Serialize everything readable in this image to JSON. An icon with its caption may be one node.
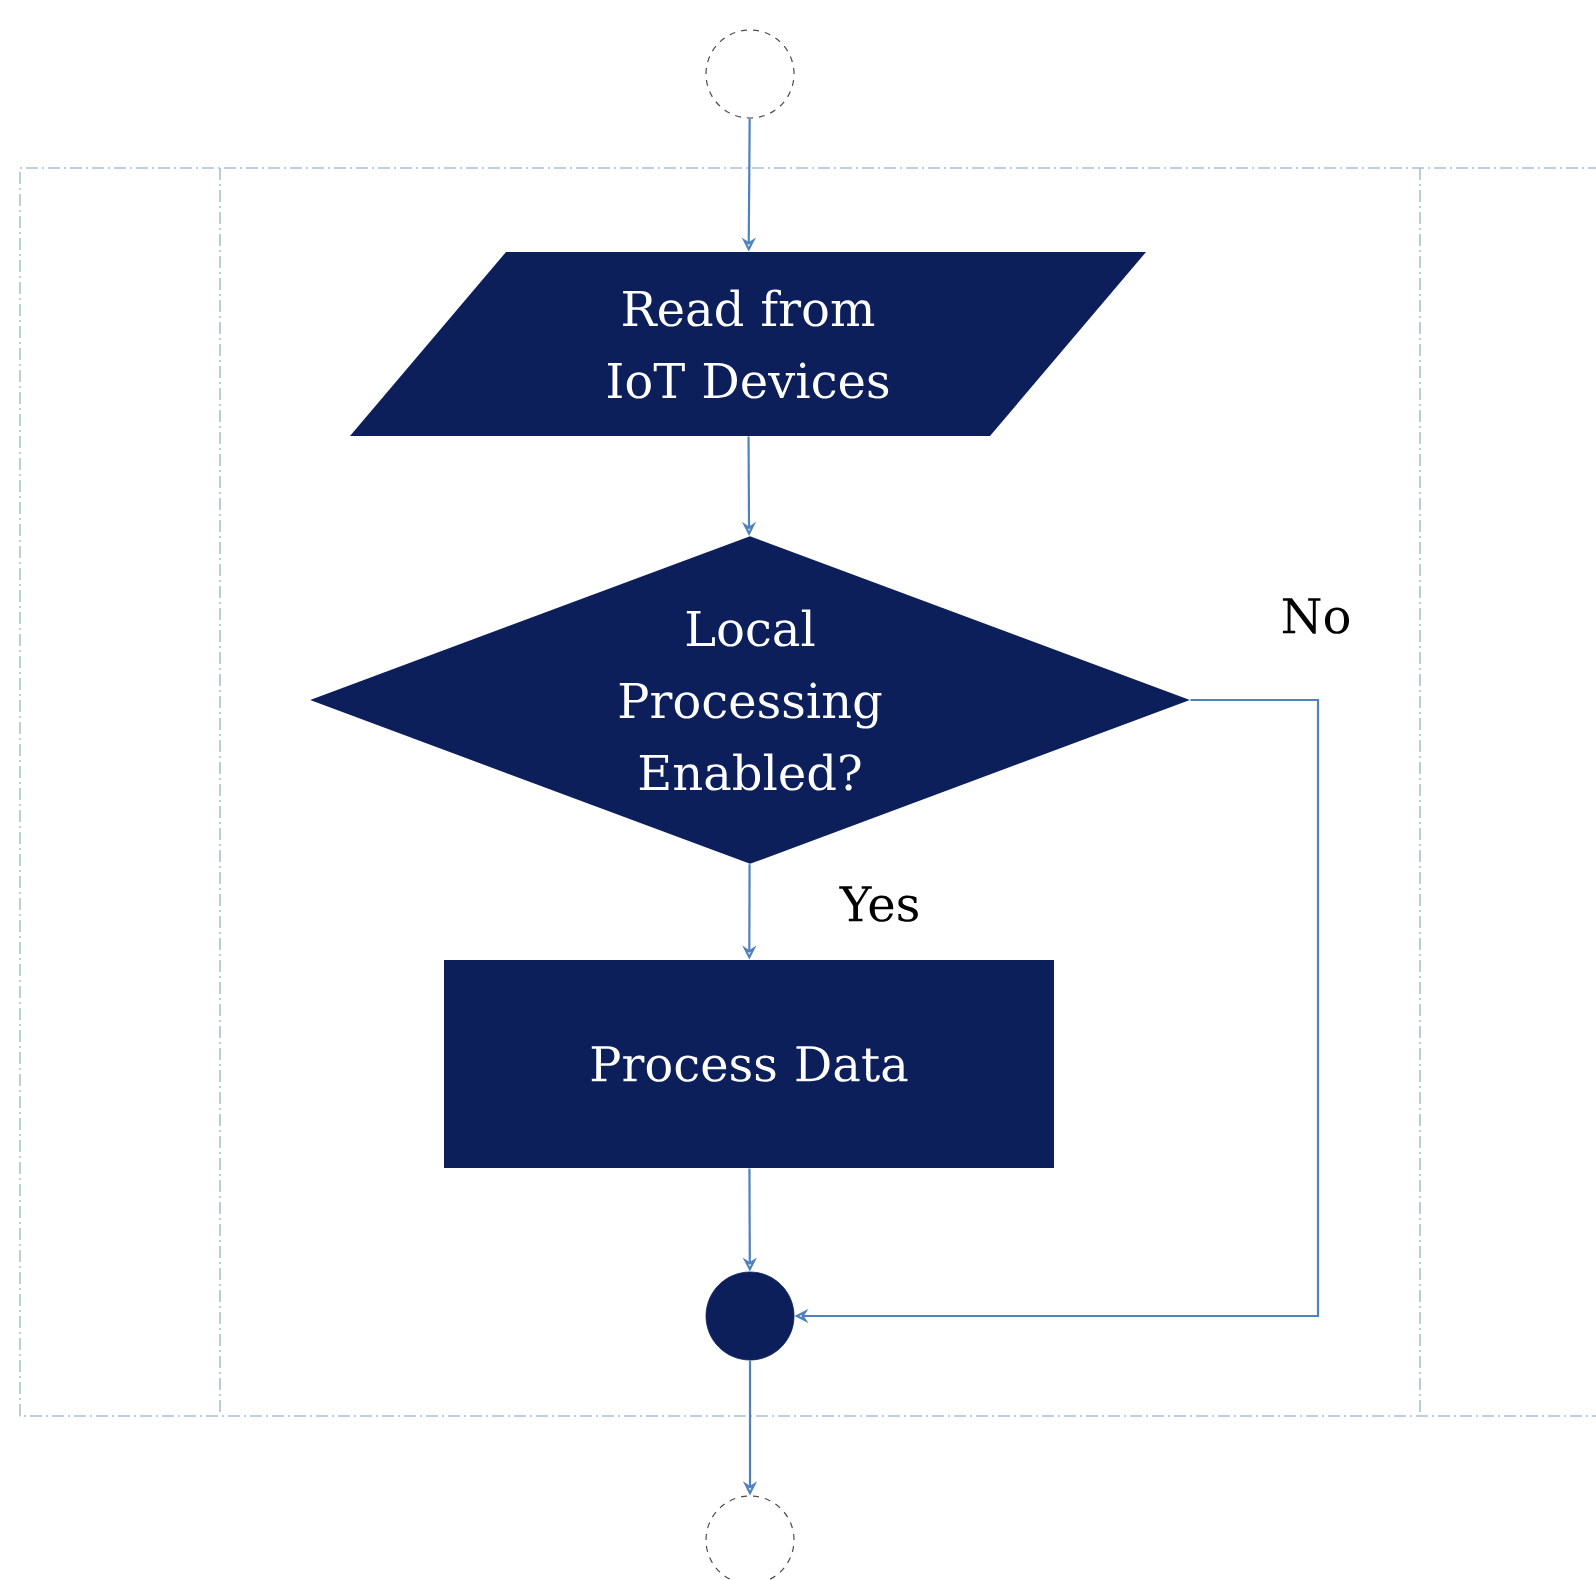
{
  "diagram": {
    "nodes": [
      {
        "text": [],
        "shape": "circle"
      },
      {
        "text": [
          "Read from IoT Devices"
        ]
      },
      {
        "text": [
          "Local Processing Enabled?"
        ]
      },
      {
        "text": [
          "Process Data"
        ]
      },
      {
        "text": [],
        "shape": "circle"
      },
      {
        "text": [],
        "shape": "circle"
      }
    ],
    "edges": [
      {
        "from": 0,
        "to": 1,
        "arrow": "to"
      },
      {
        "from": 1,
        "to": 2,
        "arrow": "to"
      },
      {
        "from": 2,
        "to": 3,
        "arrow": "to",
        "label": "Yes"
      },
      {
        "from": 2,
        "to": 4,
        "arrow": "to",
        "label": "No"
      },
      {
        "from": 3,
        "to": 4,
        "arrow": "to"
      },
      {
        "from": 4,
        "to": 5,
        "arrow": "to"
      }
    ]
  }
}
